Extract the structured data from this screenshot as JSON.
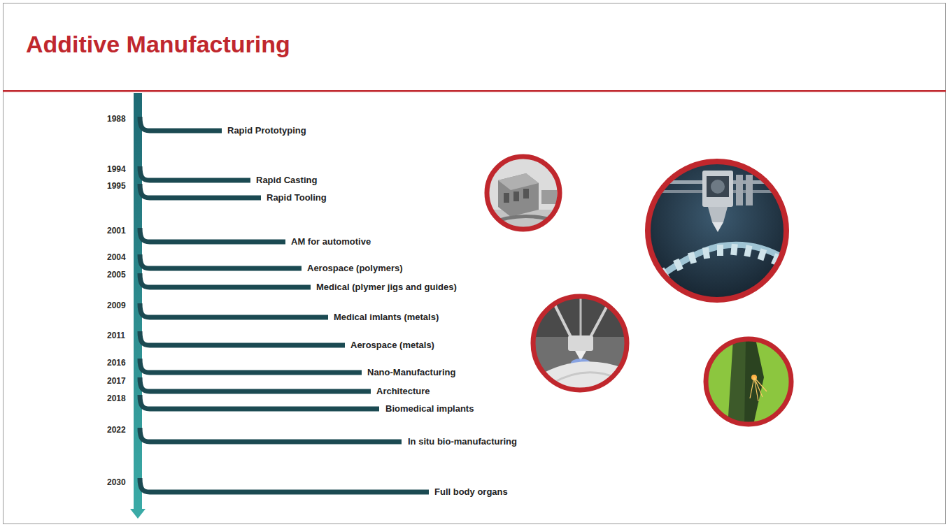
{
  "diagram": {
    "title": "Additive Manufacturing",
    "labels": [
      "1988",
      "Rapid Prototyping",
      "1994",
      "Rapid Casting",
      "1995",
      "Rapid Tooling",
      "2001",
      "AM for automotive",
      "2004",
      "Aerospace (polymers)",
      "2005",
      "Medical (plymer jigs and guides)",
      "2009",
      "Medical imlants (metals)",
      "2011",
      "Aerospace (metals)",
      "2016",
      "Nano-Manufacturing",
      "2017",
      "Architecture",
      "2018",
      "Biomedical implants",
      "2022",
      "In situ bio-manufacturing",
      "2030",
      "Full body organs"
    ]
  }
}
